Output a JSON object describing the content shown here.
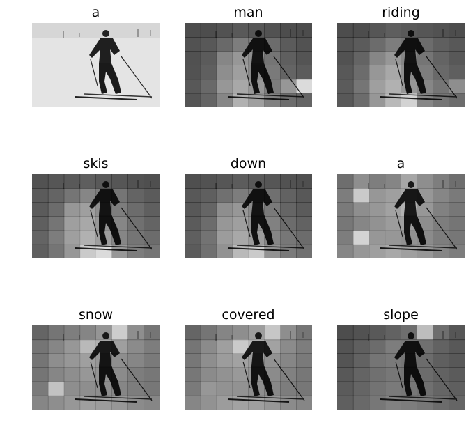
{
  "panels": [
    {
      "word": "a",
      "attention": null
    },
    {
      "word": "man",
      "attention": [
        [
          0.15,
          0.15,
          0.18,
          0.22,
          0.2,
          0.18,
          0.15,
          0.14
        ],
        [
          0.15,
          0.18,
          0.28,
          0.4,
          0.38,
          0.3,
          0.2,
          0.15
        ],
        [
          0.14,
          0.2,
          0.45,
          0.55,
          0.5,
          0.35,
          0.22,
          0.16
        ],
        [
          0.15,
          0.22,
          0.5,
          0.6,
          0.48,
          0.38,
          0.25,
          0.2
        ],
        [
          0.18,
          0.28,
          0.55,
          0.65,
          0.55,
          0.4,
          0.55,
          0.95
        ],
        [
          0.16,
          0.25,
          0.45,
          0.7,
          0.6,
          0.42,
          0.3,
          0.25
        ]
      ]
    },
    {
      "word": "riding",
      "attention": [
        [
          0.15,
          0.15,
          0.2,
          0.25,
          0.22,
          0.2,
          0.18,
          0.15
        ],
        [
          0.16,
          0.2,
          0.3,
          0.4,
          0.35,
          0.3,
          0.22,
          0.18
        ],
        [
          0.15,
          0.25,
          0.45,
          0.55,
          0.45,
          0.35,
          0.25,
          0.18
        ],
        [
          0.18,
          0.3,
          0.55,
          0.65,
          0.5,
          0.4,
          0.28,
          0.22
        ],
        [
          0.2,
          0.35,
          0.6,
          0.7,
          0.55,
          0.45,
          0.35,
          0.5
        ],
        [
          0.18,
          0.3,
          0.55,
          0.75,
          0.9,
          0.45,
          0.35,
          0.3
        ]
      ]
    },
    {
      "word": "skis",
      "attention": [
        [
          0.18,
          0.2,
          0.22,
          0.25,
          0.22,
          0.2,
          0.18,
          0.16
        ],
        [
          0.2,
          0.25,
          0.35,
          0.45,
          0.4,
          0.35,
          0.25,
          0.2
        ],
        [
          0.2,
          0.3,
          0.55,
          0.6,
          0.5,
          0.4,
          0.3,
          0.22
        ],
        [
          0.22,
          0.35,
          0.6,
          0.65,
          0.55,
          0.45,
          0.32,
          0.25
        ],
        [
          0.25,
          0.4,
          0.6,
          0.7,
          0.6,
          0.45,
          0.35,
          0.3
        ],
        [
          0.22,
          0.35,
          0.55,
          0.85,
          0.95,
          0.55,
          0.4,
          0.35
        ]
      ]
    },
    {
      "word": "down",
      "attention": [
        [
          0.16,
          0.18,
          0.2,
          0.24,
          0.22,
          0.2,
          0.18,
          0.16
        ],
        [
          0.18,
          0.22,
          0.32,
          0.4,
          0.38,
          0.32,
          0.24,
          0.18
        ],
        [
          0.18,
          0.26,
          0.5,
          0.55,
          0.48,
          0.38,
          0.26,
          0.2
        ],
        [
          0.2,
          0.3,
          0.55,
          0.6,
          0.52,
          0.42,
          0.3,
          0.24
        ],
        [
          0.22,
          0.34,
          0.58,
          0.65,
          0.58,
          0.45,
          0.36,
          0.3
        ],
        [
          0.2,
          0.32,
          0.52,
          0.75,
          0.85,
          0.52,
          0.38,
          0.32
        ]
      ]
    },
    {
      "word": "a",
      "attention": [
        [
          0.35,
          0.55,
          0.45,
          0.5,
          0.7,
          0.55,
          0.45,
          0.35
        ],
        [
          0.4,
          0.85,
          0.55,
          0.6,
          0.65,
          0.55,
          0.45,
          0.38
        ],
        [
          0.38,
          0.5,
          0.55,
          0.62,
          0.7,
          0.55,
          0.42,
          0.36
        ],
        [
          0.36,
          0.45,
          0.52,
          0.58,
          0.6,
          0.5,
          0.4,
          0.35
        ],
        [
          0.4,
          0.9,
          0.55,
          0.55,
          0.52,
          0.48,
          0.4,
          0.36
        ],
        [
          0.45,
          0.55,
          0.6,
          0.65,
          0.6,
          0.55,
          0.45,
          0.4
        ]
      ]
    },
    {
      "word": "snow",
      "attention": [
        [
          0.3,
          0.4,
          0.45,
          0.5,
          0.6,
          0.95,
          0.55,
          0.4
        ],
        [
          0.35,
          0.45,
          0.55,
          0.75,
          0.7,
          0.6,
          0.48,
          0.4
        ],
        [
          0.35,
          0.5,
          0.55,
          0.6,
          0.55,
          0.5,
          0.45,
          0.38
        ],
        [
          0.35,
          0.45,
          0.5,
          0.55,
          0.52,
          0.48,
          0.4,
          0.36
        ],
        [
          0.38,
          0.8,
          0.5,
          0.5,
          0.5,
          0.45,
          0.4,
          0.36
        ],
        [
          0.45,
          0.5,
          0.55,
          0.6,
          0.58,
          0.55,
          0.48,
          0.45
        ]
      ]
    },
    {
      "word": "covered",
      "attention": [
        [
          0.3,
          0.4,
          0.5,
          0.55,
          0.65,
          0.9,
          0.55,
          0.4
        ],
        [
          0.35,
          0.48,
          0.6,
          0.85,
          0.75,
          0.62,
          0.48,
          0.4
        ],
        [
          0.36,
          0.5,
          0.58,
          0.62,
          0.58,
          0.52,
          0.45,
          0.38
        ],
        [
          0.36,
          0.48,
          0.52,
          0.56,
          0.54,
          0.48,
          0.42,
          0.36
        ],
        [
          0.38,
          0.55,
          0.52,
          0.52,
          0.5,
          0.46,
          0.4,
          0.36
        ],
        [
          0.45,
          0.52,
          0.58,
          0.62,
          0.6,
          0.55,
          0.48,
          0.45
        ]
      ]
    },
    {
      "word": "slope",
      "attention": [
        [
          0.15,
          0.18,
          0.22,
          0.28,
          0.35,
          0.85,
          0.35,
          0.2
        ],
        [
          0.16,
          0.22,
          0.3,
          0.4,
          0.38,
          0.32,
          0.24,
          0.18
        ],
        [
          0.16,
          0.24,
          0.35,
          0.38,
          0.35,
          0.3,
          0.22,
          0.18
        ],
        [
          0.18,
          0.25,
          0.32,
          0.36,
          0.34,
          0.3,
          0.24,
          0.2
        ],
        [
          0.2,
          0.26,
          0.34,
          0.38,
          0.36,
          0.32,
          0.26,
          0.22
        ],
        [
          0.22,
          0.28,
          0.36,
          0.42,
          0.4,
          0.36,
          0.3,
          0.26
        ]
      ]
    }
  ]
}
